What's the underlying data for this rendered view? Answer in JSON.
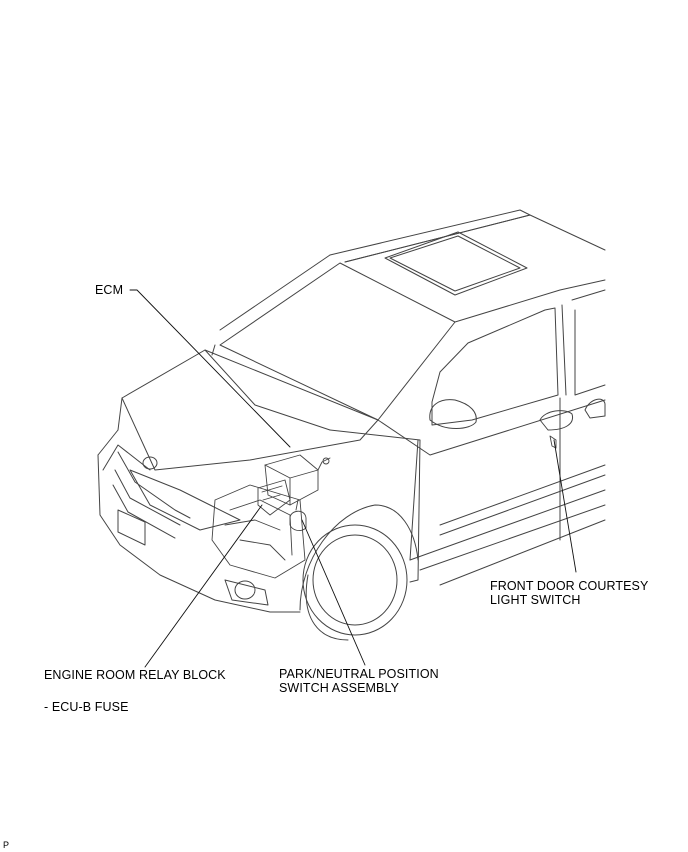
{
  "labels": {
    "ecm": "ECM",
    "front_door_line1": "FRONT DOOR COURTESY",
    "front_door_line2": "LIGHT SWITCH",
    "relay_block": "ENGINE ROOM RELAY BLOCK",
    "park_line1": "PARK/NEUTRAL POSITION",
    "park_line2": "SWITCH ASSEMBLY",
    "fuse": "- ECU-B FUSE"
  },
  "figure_code": "P"
}
